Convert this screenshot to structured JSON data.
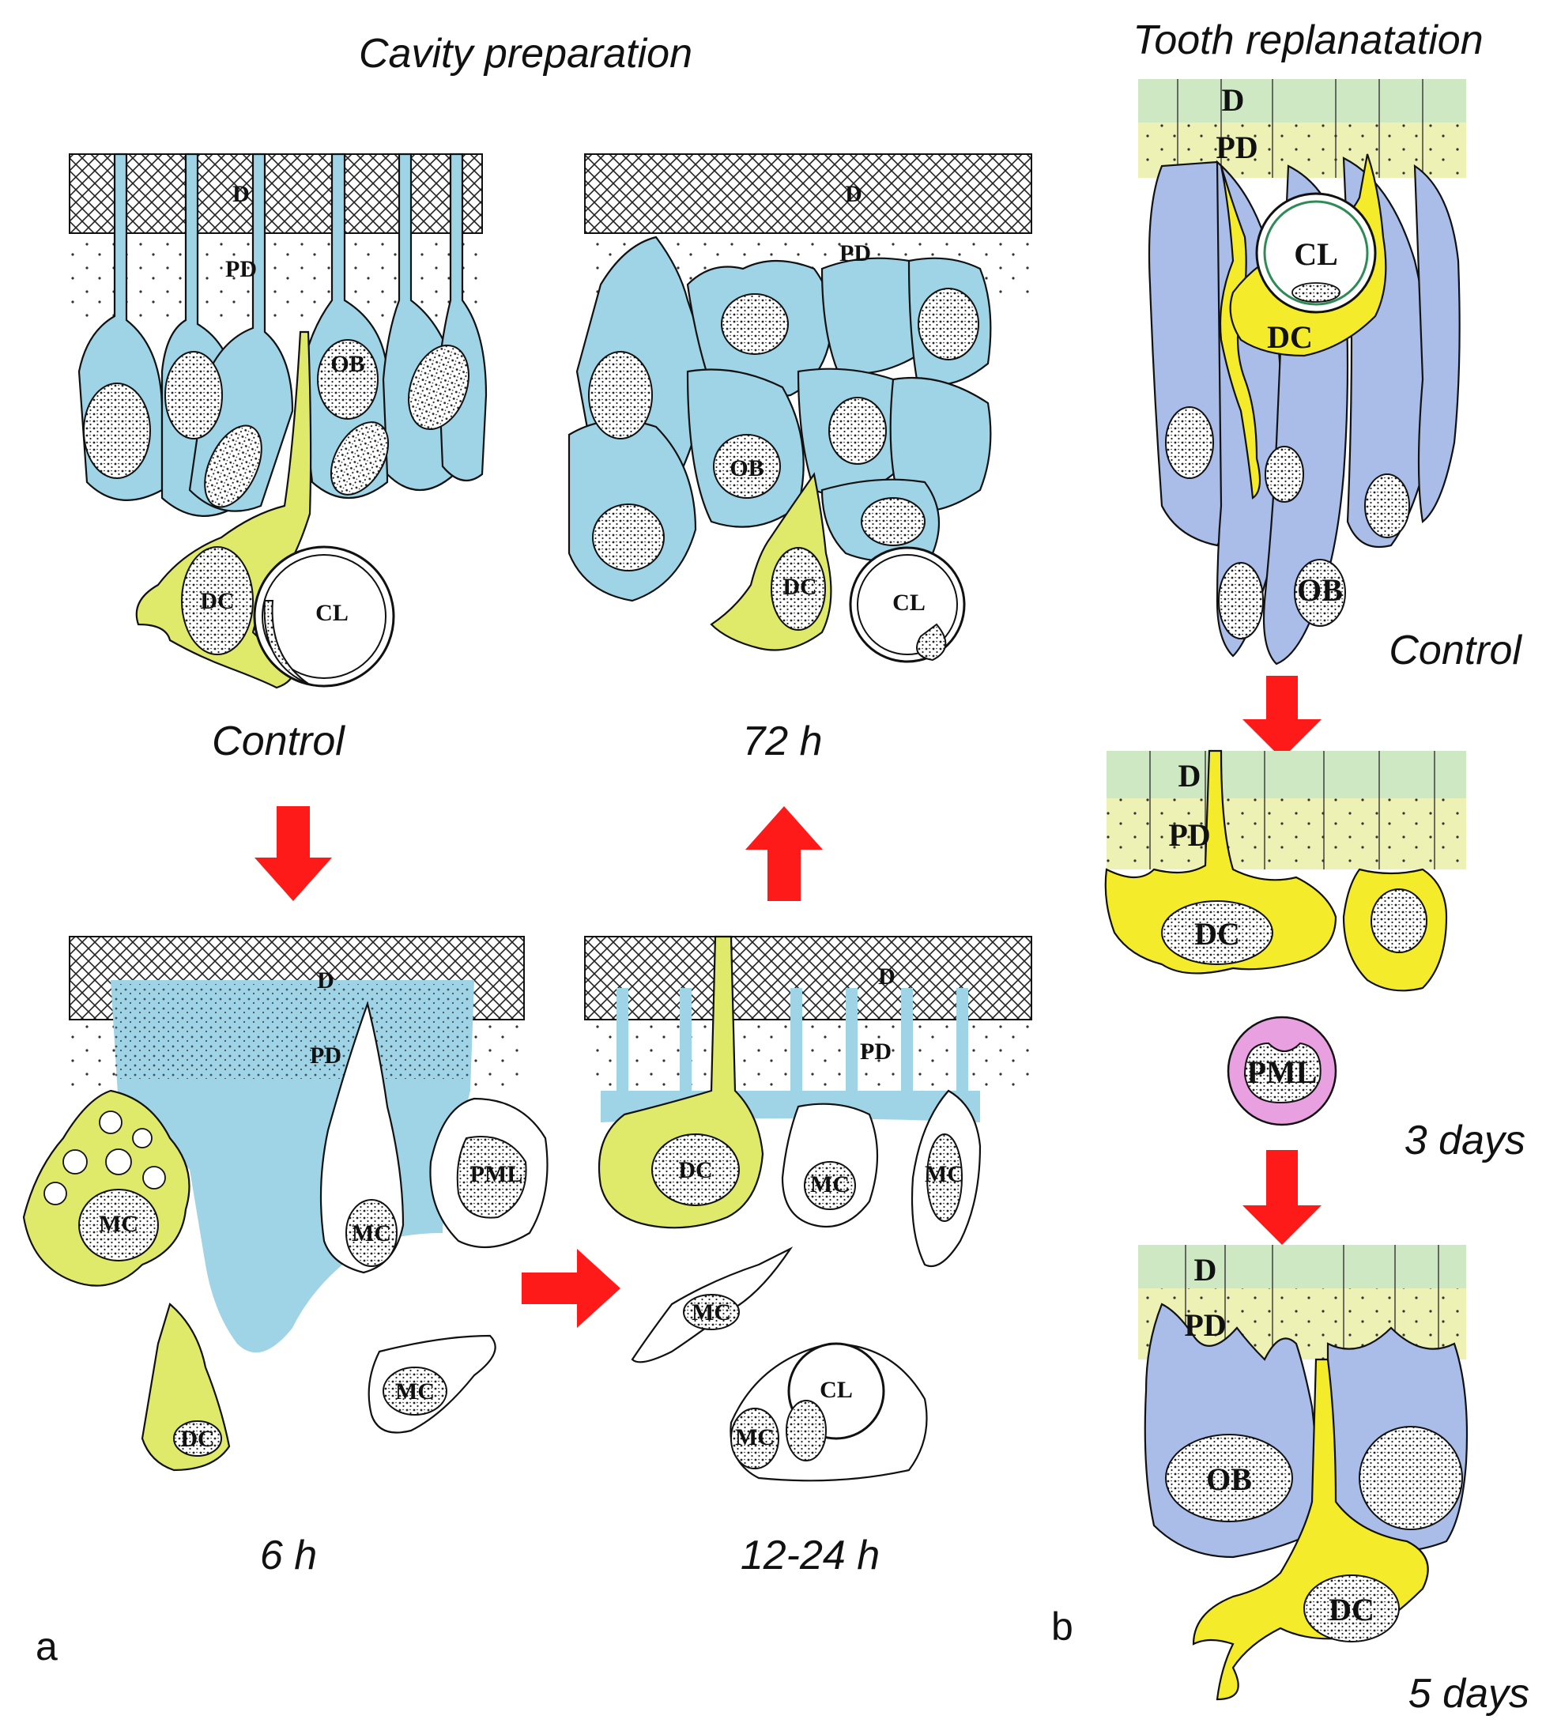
{
  "figure": {
    "panel_a": {
      "letter": "a",
      "title": "Cavity preparation",
      "stages": {
        "control": "Control",
        "h72": "72 h",
        "h6": "6 h",
        "h12_24": "12-24 h"
      }
    },
    "panel_b": {
      "letter": "b",
      "title": "Tooth replanatation",
      "stages": {
        "control": "Control",
        "d3": "3 days",
        "d5": "5 days"
      }
    },
    "labels": {
      "D": "D",
      "PD": "PD",
      "OB": "OB",
      "DC": "DC",
      "CL": "CL",
      "MC": "MC",
      "PML": "PML"
    }
  },
  "colors": {
    "odontoblast_a": "#9fd4e6",
    "odontoblast_b": "#a9bde8",
    "dendritic_cell": "#e0ea6a",
    "dendritic_cell_b": "#f4ec2a",
    "dentin_b": "#cfe8c4",
    "predentin_b": "#eef1b4",
    "pml": "#e8a0e0",
    "arrow": "#ff1a1a"
  }
}
